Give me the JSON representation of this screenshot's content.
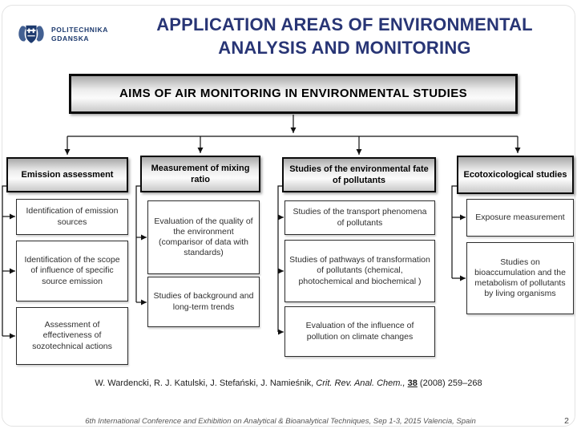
{
  "logo": {
    "line1": "POLITECHNIKA",
    "line2": "GDANSKA"
  },
  "title": {
    "line1": "APPLICATION AREAS OF ENVIRONMENTAL",
    "line2": "ANALYSIS AND MONITORING"
  },
  "diagram": {
    "root": "AIMS OF AIR MONITORING IN ENVIRONMENTAL STUDIES",
    "columns": [
      {
        "header": "Emission assessment",
        "items": [
          "Identification of emission sources",
          "Identification of the scope of influence of specific source emission",
          "Assessment of effectiveness of sozotechnical actions"
        ]
      },
      {
        "header": "Measurement of mixing ratio",
        "items": [
          "Evaluation of the quality of the environment (comparisor of data with standards)",
          "Studies of background and long-term trends"
        ]
      },
      {
        "header": "Studies of the environmental fate of pollutants",
        "items": [
          "Studies of the transport phenomena of pollutants",
          "Studies of pathways of transformation of pollutants (chemical, photochemical and biochemical )",
          "Evaluation of the influence of pollution on climate changes"
        ]
      },
      {
        "header": "Ecotoxicological studies",
        "items": [
          "Exposure measurement",
          "Studies on bioaccumulation and the metabolism of pollutants by living organisms"
        ]
      }
    ]
  },
  "citation": {
    "authors": "W. Wardencki, R. J. Katulski, J. Stefański, J. Namieśnik, ",
    "journal": "Crit. Rev. Anal. Chem., ",
    "volume": "38",
    "rest": " (2008) 259–268"
  },
  "footer": {
    "conference": "6th International Conference and Exhibition on Analytical & Bioanalytical Techniques, Sep 1-3, 2015 Valencia, Spain",
    "page": "2"
  },
  "colors": {
    "title_navy": "#283575",
    "logo_navy": "#1d3a6e",
    "box_border": "#0b0b0b",
    "connector": "#111111"
  }
}
